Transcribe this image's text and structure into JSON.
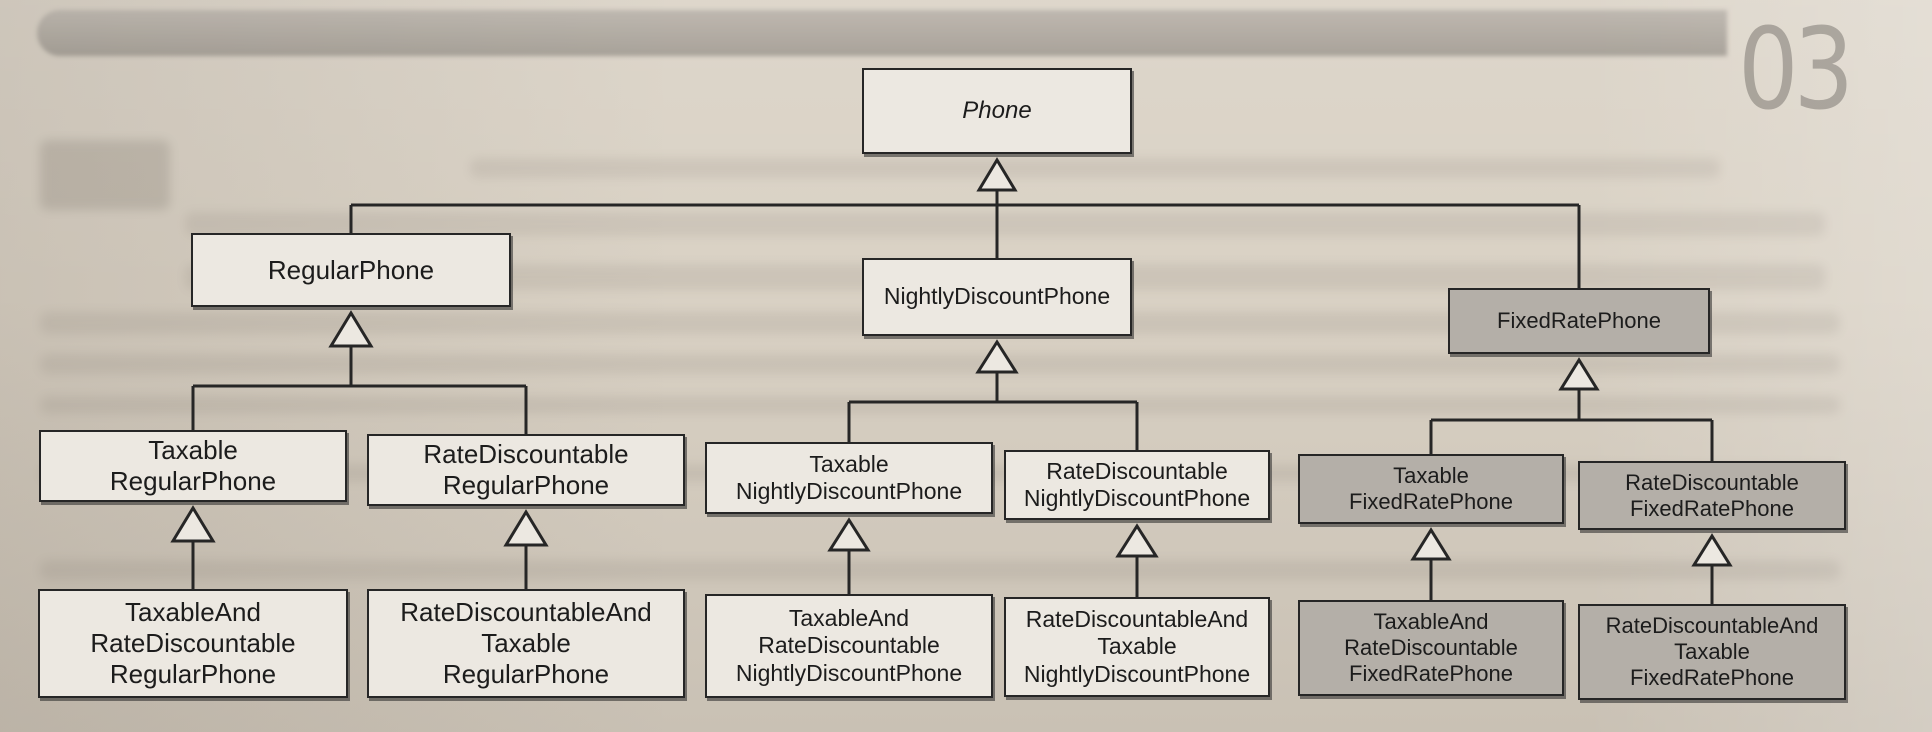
{
  "page": {
    "chapter_number": "03"
  },
  "colors": {
    "paper": "#d9d1c4",
    "box_fill": "#ece8e1",
    "shaded_fill": "#b4afa8",
    "stroke": "#262626",
    "text": "#1c1c1c"
  },
  "diagram": {
    "root": {
      "lines": [
        "Phone"
      ],
      "italic": true,
      "children": [
        {
          "lines": [
            "RegularPhone"
          ],
          "children": [
            {
              "lines": [
                "Taxable",
                "RegularPhone"
              ],
              "children": [
                {
                  "lines": [
                    "TaxableAnd",
                    "RateDiscountable",
                    "RegularPhone"
                  ]
                }
              ]
            },
            {
              "lines": [
                "RateDiscountable",
                "RegularPhone"
              ],
              "children": [
                {
                  "lines": [
                    "RateDiscountableAnd",
                    "Taxable",
                    "RegularPhone"
                  ]
                }
              ]
            }
          ]
        },
        {
          "lines": [
            "NightlyDiscountPhone"
          ],
          "children": [
            {
              "lines": [
                "Taxable",
                "NightlyDiscountPhone"
              ],
              "children": [
                {
                  "lines": [
                    "TaxableAnd",
                    "RateDiscountable",
                    "NightlyDiscountPhone"
                  ]
                }
              ]
            },
            {
              "lines": [
                "RateDiscountable",
                "NightlyDiscountPhone"
              ],
              "children": [
                {
                  "lines": [
                    "RateDiscountableAnd",
                    "Taxable",
                    "NightlyDiscountPhone"
                  ]
                }
              ]
            }
          ]
        },
        {
          "lines": [
            "FixedRatePhone"
          ],
          "shaded": true,
          "children": [
            {
              "lines": [
                "Taxable",
                "FixedRatePhone"
              ],
              "shaded": true,
              "children": [
                {
                  "lines": [
                    "TaxableAnd",
                    "RateDiscountable",
                    "FixedRatePhone"
                  ],
                  "shaded": true
                }
              ]
            },
            {
              "lines": [
                "RateDiscountable",
                "FixedRatePhone"
              ],
              "shaded": true,
              "children": [
                {
                  "lines": [
                    "RateDiscountableAnd",
                    "Taxable",
                    "FixedRatePhone"
                  ],
                  "shaded": true
                }
              ]
            }
          ]
        }
      ]
    }
  }
}
